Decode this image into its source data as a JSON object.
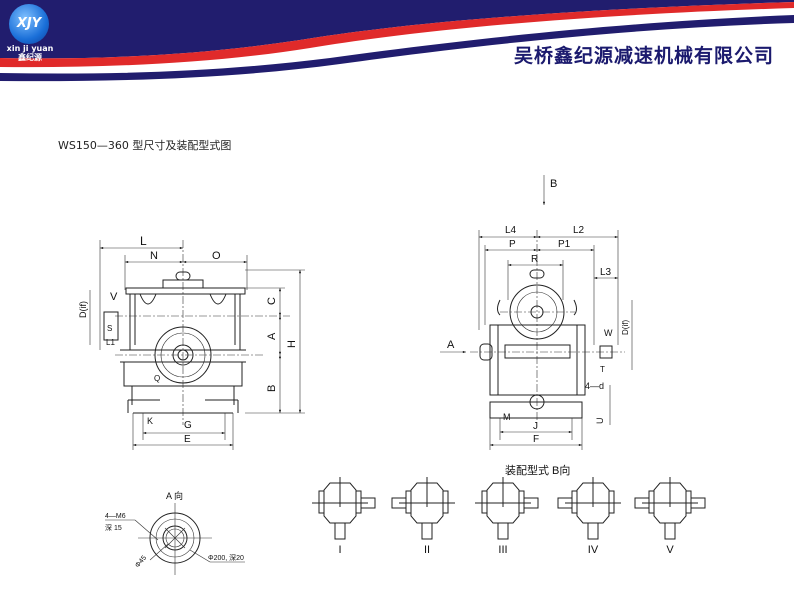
{
  "header": {
    "logo_text": "XJY",
    "logo_pinyin": "xin ji yuan",
    "logo_chinese": "鑫纪源",
    "company_name": "吴桥鑫纪源减速机械有限公司",
    "colors": {
      "navy": "#211d6e",
      "red": "#e02a2a"
    }
  },
  "page_title": "WS150—360 型尺寸及装配型式图",
  "front_view": {
    "labels": {
      "L": "L",
      "N": "N",
      "O": "O",
      "C": "C",
      "A": "A",
      "H": "H",
      "B": "B",
      "D": "D(if)",
      "V": "V",
      "S": "S",
      "L1": "L1",
      "Q": "Q",
      "K": "K",
      "G": "G",
      "E": "E"
    }
  },
  "side_view": {
    "labels": {
      "B_dir": "B",
      "L4": "L4",
      "L2": "L2",
      "P": "P",
      "P1": "P1",
      "R": "R",
      "L3": "L3",
      "A_dir": "A",
      "W": "W",
      "D": "D(if)",
      "T": "T",
      "d": "4—d",
      "M": "M",
      "J": "J",
      "F": "F",
      "U": "U"
    }
  },
  "a_view": {
    "title": "A 向",
    "holes": "4—M6",
    "depth": "深 15",
    "bore": "Φ45",
    "flange": "Φ200, 深20"
  },
  "assembly": {
    "title": "装配型式  B向",
    "views": [
      {
        "label": "I",
        "left_shaft": false,
        "right_shaft": true
      },
      {
        "label": "II",
        "left_shaft": true,
        "right_shaft": false
      },
      {
        "label": "III",
        "left_shaft": false,
        "right_shaft": true
      },
      {
        "label": "IV",
        "left_shaft": true,
        "right_shaft": false
      },
      {
        "label": "V",
        "left_shaft": true,
        "right_shaft": true
      }
    ]
  }
}
